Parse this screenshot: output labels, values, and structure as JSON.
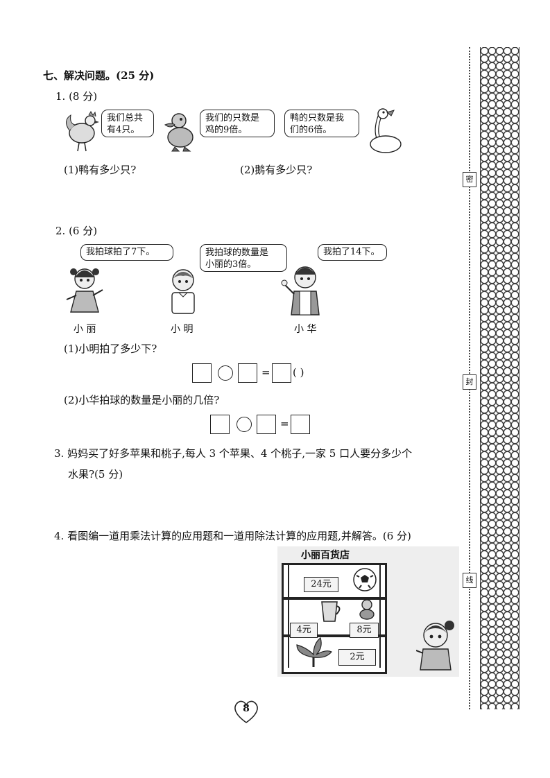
{
  "section_title": "七、解决问题。(25 分)",
  "q1": {
    "number": "1. (8 分)",
    "bubble_rooster": [
      "我们总共",
      "有4只。"
    ],
    "bubble_duck": [
      "我们的只数是",
      "鸡的9倍。"
    ],
    "bubble_goose": [
      "鸭的只数是我",
      "们的6倍。"
    ],
    "sub1": "(1)鸭有多少只?",
    "sub2": "(2)鹅有多少只?"
  },
  "q2": {
    "number": "2. (6 分)",
    "bubble_girl": "我拍球拍了7下。",
    "bubble_boy1": [
      "我拍球的数量是",
      "小丽的3倍。"
    ],
    "bubble_boy2": "我拍了14下。",
    "name_girl": "小 丽",
    "name_boy1": "小 明",
    "name_boy2": "小 华",
    "sub1": "(1)小明拍了多少下?",
    "eq1_sign": "=",
    "eq1_paren": "(        )",
    "sub2": "(2)小华拍球的数量是小丽的几倍?",
    "eq2_sign": "="
  },
  "q3": {
    "line1": "3. 妈妈买了好多苹果和桃子,每人 3 个苹果、4 个桃子,一家 5 口人要分多少个",
    "line2": "水果?(5 分)"
  },
  "q4": {
    "line1": "4. 看图编一道用乘法计算的应用题和一道用除法计算的应用题,并解答。(6 分)",
    "store_title": "小丽百货店",
    "price_ball": "24元",
    "price_cup": "4元",
    "price_toy": "8元",
    "price_feather": "2元"
  },
  "side_seals": [
    "密",
    "封",
    "线"
  ],
  "page_number": "8"
}
